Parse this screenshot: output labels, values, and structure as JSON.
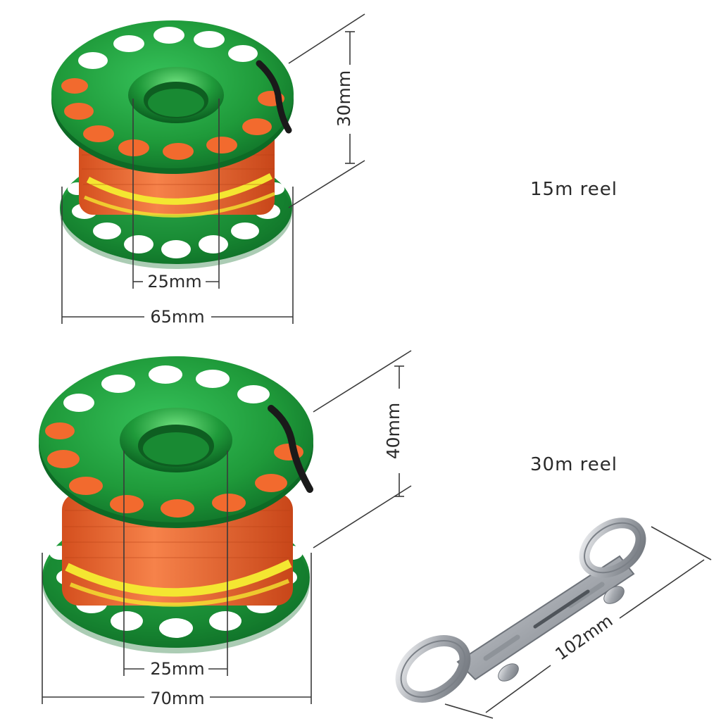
{
  "reel_small": {
    "caption": "15m reel",
    "height_label": "30mm",
    "core_label": "25mm",
    "width_label": "65mm"
  },
  "reel_large": {
    "caption": "30m reel",
    "height_label": "40mm",
    "core_label": "25mm",
    "width_label": "70mm"
  },
  "snap": {
    "length_label": "102mm"
  },
  "colors": {
    "spool_green": "#1f9a3a",
    "line_orange": "#f26a2e",
    "line_yellow": "#f4e631",
    "steel": "#c9ccd0"
  }
}
